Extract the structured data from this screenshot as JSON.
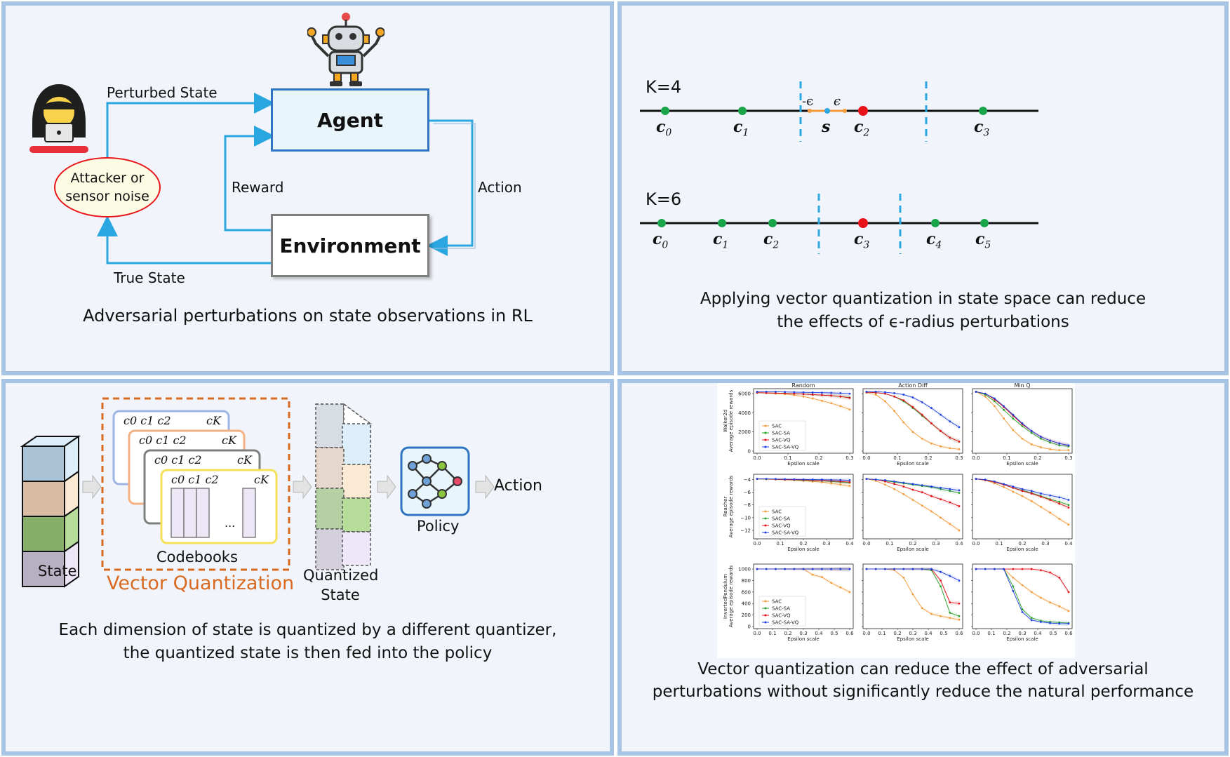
{
  "rl_loop": {
    "agent_label": "Agent",
    "environment_label": "Environment",
    "attacker_label": "Attacker or sensor noise",
    "perturbed_state_label": "Perturbed State",
    "reward_label": "Reward",
    "action_label": "Action",
    "true_state_label": "True State",
    "caption": "Adversarial perturbations on state observations in RL"
  },
  "quantization_axes": {
    "k4": {
      "label": "K=4",
      "points": [
        "c0",
        "c1",
        "s",
        "c2",
        "c3"
      ],
      "eps_minus": "-ϵ",
      "eps_plus": "ϵ"
    },
    "k6": {
      "label": "K=6",
      "points": [
        "c0",
        "c1",
        "c2",
        "c3",
        "c4",
        "c5"
      ]
    },
    "caption_line1": "Applying vector quantization in state space can reduce",
    "caption_line2": "the effects of ϵ-radius perturbations",
    "colors": {
      "point": "#1aa54a",
      "quantized_point": "#e8141a",
      "state_point": "#2aa6e0",
      "boundary": "#2aa6e0"
    }
  },
  "vq_pipeline": {
    "state_label": "State",
    "codebooks_label": "Codebooks",
    "vq_label": "Vector Quantization",
    "quantized_state_label": "Quantized State",
    "policy_label": "Policy",
    "action_label": "Action",
    "codebook_header": "c0 c1 c2",
    "codebook_last": "cK",
    "ellipsis": "...",
    "caption_line1": "Each dimension of state is quantized by a different quantizer,",
    "caption_line2": "the quantized state is then fed into the policy",
    "colors": {
      "vq_orange": "#d96a22",
      "state_blue": "#dbeefa",
      "state_peach": "#fbe9d4",
      "state_green": "#b6dc9a",
      "state_lavender": "#ece6f6"
    }
  },
  "results": {
    "caption_line1": "Vector quantization can reduce the effect of adversarial",
    "caption_line2": "perturbations without significantly reduce the natural performance",
    "legend": [
      "SAC",
      "SAC-SA",
      "SAC-VQ",
      "SAC-SA-VQ"
    ],
    "series_colors": {
      "SAC": "#f39a3a",
      "SAC-SA": "#2ca02c",
      "SAC-VQ": "#e0101a",
      "SAC-SA-VQ": "#1f3fe0"
    },
    "xlabel": "Epsilon scale",
    "rows": [
      {
        "env": "Walker2d",
        "ylabel": "Average episode rewards",
        "yticks": [
          "0",
          "2000",
          "4000",
          "6000"
        ],
        "ylim": [
          0,
          6300
        ],
        "xticks": [
          "0.0",
          "0.1",
          "0.2",
          "0.3"
        ],
        "x": [
          0,
          0.03,
          0.06,
          0.09,
          0.12,
          0.15,
          0.18,
          0.21,
          0.24,
          0.27,
          0.3
        ]
      },
      {
        "env": "Reacher",
        "ylabel": "Average episode rewards",
        "yticks": [
          "−4",
          "−6",
          "−8",
          "−10",
          "−12"
        ],
        "ylim": [
          -13,
          -3.5
        ],
        "xticks": [
          "0.0",
          "0.1",
          "0.2",
          "0.3",
          "0.4"
        ],
        "x": [
          0,
          0.04,
          0.08,
          0.12,
          0.16,
          0.2,
          0.24,
          0.28,
          0.32,
          0.36,
          0.4
        ]
      },
      {
        "env": "InvertedPendulum",
        "ylabel": "Average episode rewards",
        "yticks": [
          "0",
          "200",
          "400",
          "600",
          "800",
          "1000"
        ],
        "ylim": [
          0,
          1050
        ],
        "xticks": [
          "0.0",
          "0.1",
          "0.2",
          "0.3",
          "0.4",
          "0.5",
          "0.6"
        ],
        "x": [
          0,
          0.06,
          0.12,
          0.18,
          0.24,
          0.3,
          0.36,
          0.42,
          0.48,
          0.54,
          0.6
        ]
      }
    ],
    "column_titles": [
      "Random",
      "Action Diff",
      "Min Q"
    ],
    "chart_data": [
      {
        "type": "line",
        "title": "Random",
        "row": "Walker2d",
        "series": [
          {
            "name": "SAC",
            "values": [
              6100,
              6050,
              6000,
              5950,
              5850,
              5700,
              5500,
              5250,
              5000,
              4700,
              4350
            ]
          },
          {
            "name": "SAC-SA",
            "values": [
              6100,
              6080,
              6060,
              6040,
              6000,
              5950,
              5900,
              5850,
              5800,
              5700,
              5600
            ]
          },
          {
            "name": "SAC-VQ",
            "values": [
              6100,
              6080,
              6060,
              6040,
              6000,
              5950,
              5900,
              5850,
              5800,
              5700,
              5550
            ]
          },
          {
            "name": "SAC-SA-VQ",
            "values": [
              6200,
              6200,
              6200,
              6180,
              6160,
              6140,
              6120,
              6100,
              6080,
              6050,
              6000
            ]
          }
        ]
      },
      {
        "type": "line",
        "title": "Action Diff",
        "row": "Walker2d",
        "series": [
          {
            "name": "SAC",
            "values": [
              6100,
              5900,
              5200,
              4200,
              3000,
              2000,
              1300,
              800,
              500,
              300,
              200
            ]
          },
          {
            "name": "SAC-SA",
            "values": [
              6150,
              6100,
              6000,
              5700,
              5200,
              4500,
              3700,
              2900,
              2100,
              1400,
              1000
            ]
          },
          {
            "name": "SAC-VQ",
            "values": [
              6150,
              6100,
              6000,
              5700,
              5300,
              4600,
              3800,
              2900,
              2100,
              1400,
              1000
            ]
          },
          {
            "name": "SAC-SA-VQ",
            "values": [
              6200,
              6200,
              6150,
              6050,
              5900,
              5600,
              5100,
              4500,
              3800,
              3100,
              2500
            ]
          }
        ]
      },
      {
        "type": "line",
        "title": "Min Q",
        "row": "Walker2d",
        "series": [
          {
            "name": "SAC",
            "values": [
              6200,
              5700,
              4700,
              3400,
              2200,
              1300,
              700,
              400,
              200,
              100,
              100
            ]
          },
          {
            "name": "SAC-SA",
            "values": [
              6200,
              5900,
              5200,
              4300,
              3400,
              2600,
              1900,
              1300,
              900,
              600,
              500
            ]
          },
          {
            "name": "SAC-VQ",
            "values": [
              6200,
              6000,
              5400,
              4600,
              3700,
              2800,
              2100,
              1500,
              1100,
              800,
              600
            ]
          },
          {
            "name": "SAC-SA-VQ",
            "values": [
              6200,
              6000,
              5500,
              4700,
              3800,
              2900,
              2100,
              1500,
              1100,
              800,
              600
            ]
          }
        ]
      },
      {
        "type": "line",
        "title": "Random",
        "row": "Reacher",
        "series": [
          {
            "name": "SAC",
            "values": [
              -3.9,
              -3.95,
              -4.0,
              -4.05,
              -4.1,
              -4.2,
              -4.3,
              -4.4,
              -4.6,
              -4.8,
              -5.0
            ]
          },
          {
            "name": "SAC-SA",
            "values": [
              -3.9,
              -3.92,
              -3.95,
              -4.0,
              -4.05,
              -4.1,
              -4.15,
              -4.2,
              -4.3,
              -4.4,
              -4.5
            ]
          },
          {
            "name": "SAC-VQ",
            "values": [
              -3.9,
              -3.92,
              -3.95,
              -4.0,
              -4.02,
              -4.05,
              -4.1,
              -4.15,
              -4.2,
              -4.3,
              -4.4
            ]
          },
          {
            "name": "SAC-SA-VQ",
            "values": [
              -3.9,
              -3.9,
              -3.92,
              -3.94,
              -3.96,
              -3.98,
              -4.0,
              -4.02,
              -4.05,
              -4.08,
              -4.1
            ]
          }
        ]
      },
      {
        "type": "line",
        "title": "Action Diff",
        "row": "Reacher",
        "series": [
          {
            "name": "SAC",
            "values": [
              -3.9,
              -4.2,
              -4.8,
              -5.5,
              -6.3,
              -7.2,
              -8.1,
              -9.0,
              -10.0,
              -11.0,
              -12.0
            ]
          },
          {
            "name": "SAC-SA",
            "values": [
              -3.9,
              -4.0,
              -4.2,
              -4.4,
              -4.6,
              -4.8,
              -5.0,
              -5.2,
              -5.5,
              -5.8,
              -6.1
            ]
          },
          {
            "name": "SAC-VQ",
            "values": [
              -3.9,
              -4.0,
              -4.3,
              -4.7,
              -5.1,
              -5.6,
              -6.0,
              -6.6,
              -7.1,
              -7.6,
              -8.2
            ]
          },
          {
            "name": "SAC-SA-VQ",
            "values": [
              -3.9,
              -4.0,
              -4.1,
              -4.3,
              -4.5,
              -4.7,
              -4.9,
              -5.1,
              -5.3,
              -5.5,
              -5.7
            ]
          }
        ]
      },
      {
        "type": "line",
        "title": "Min Q",
        "row": "Reacher",
        "series": [
          {
            "name": "SAC",
            "values": [
              -3.9,
              -4.1,
              -4.6,
              -5.2,
              -5.9,
              -6.6,
              -7.4,
              -8.3,
              -9.2,
              -10.2,
              -11.1
            ]
          },
          {
            "name": "SAC-SA",
            "values": [
              -3.9,
              -4.1,
              -4.4,
              -4.8,
              -5.3,
              -5.7,
              -6.1,
              -6.6,
              -7.1,
              -7.5,
              -8.0
            ]
          },
          {
            "name": "SAC-VQ",
            "values": [
              -3.9,
              -4.1,
              -4.4,
              -4.8,
              -5.3,
              -5.8,
              -6.2,
              -6.7,
              -7.2,
              -7.8,
              -8.4
            ]
          },
          {
            "name": "SAC-SA-VQ",
            "values": [
              -3.9,
              -4.0,
              -4.3,
              -4.7,
              -5.1,
              -5.5,
              -5.8,
              -6.2,
              -6.5,
              -6.8,
              -7.2
            ]
          }
        ]
      },
      {
        "type": "line",
        "title": "Random",
        "row": "InvertedPendulum",
        "series": [
          {
            "name": "SAC",
            "values": [
              1000,
              1000,
              1000,
              1000,
              1000,
              1000,
              900,
              860,
              760,
              680,
              600
            ]
          },
          {
            "name": "SAC-SA",
            "values": [
              1000,
              1000,
              1000,
              1000,
              1000,
              1000,
              1000,
              1000,
              1000,
              1000,
              1000
            ]
          },
          {
            "name": "SAC-VQ",
            "values": [
              1000,
              1000,
              1000,
              1000,
              1000,
              1000,
              1000,
              1000,
              1000,
              1000,
              1000
            ]
          },
          {
            "name": "SAC-SA-VQ",
            "values": [
              1000,
              1000,
              1000,
              1000,
              1000,
              1000,
              1000,
              1000,
              1000,
              1000,
              1000
            ]
          }
        ]
      },
      {
        "type": "line",
        "title": "Action Diff",
        "row": "InvertedPendulum",
        "series": [
          {
            "name": "SAC",
            "values": [
              1000,
              1000,
              1000,
              980,
              850,
              560,
              320,
              220,
              180,
              150,
              120
            ]
          },
          {
            "name": "SAC-SA",
            "values": [
              1000,
              1000,
              1000,
              1000,
              1000,
              1000,
              1000,
              980,
              700,
              240,
              180
            ]
          },
          {
            "name": "SAC-VQ",
            "values": [
              1000,
              1000,
              1000,
              1000,
              1000,
              1000,
              1000,
              1000,
              800,
              420,
              400
            ]
          },
          {
            "name": "SAC-SA-VQ",
            "values": [
              1000,
              1000,
              1000,
              1000,
              1000,
              1000,
              1000,
              1000,
              950,
              880,
              800
            ]
          }
        ]
      },
      {
        "type": "line",
        "title": "Min Q",
        "row": "InvertedPendulum",
        "series": [
          {
            "name": "SAC",
            "values": [
              1000,
              1000,
              1000,
              1000,
              850,
              720,
              600,
              500,
              420,
              350,
              270
            ]
          },
          {
            "name": "SAC-SA",
            "values": [
              1000,
              1000,
              1000,
              1000,
              700,
              300,
              150,
              100,
              80,
              70,
              60
            ]
          },
          {
            "name": "SAC-VQ",
            "values": [
              1000,
              1000,
              1000,
              1000,
              1000,
              1000,
              1000,
              980,
              940,
              850,
              600
            ]
          },
          {
            "name": "SAC-SA-VQ",
            "values": [
              1000,
              1000,
              1000,
              1000,
              620,
              250,
              110,
              80,
              60,
              50,
              50
            ]
          }
        ]
      }
    ]
  }
}
